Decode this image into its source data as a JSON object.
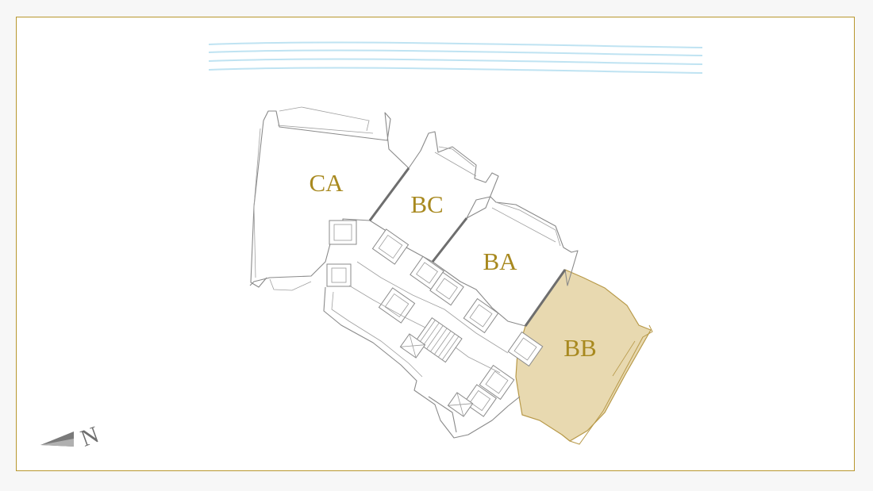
{
  "plan": {
    "units": [
      {
        "id": "CA",
        "label": "CA",
        "highlighted": false
      },
      {
        "id": "BC",
        "label": "BC",
        "highlighted": false
      },
      {
        "id": "BA",
        "label": "BA",
        "highlighted": false
      },
      {
        "id": "BB",
        "label": "BB",
        "highlighted": true
      }
    ],
    "compass": {
      "label": "N",
      "icon": "north-arrow-icon"
    }
  },
  "colors": {
    "accent": "#a8891f",
    "frame_border": "#b8972e",
    "highlight_fill": "#e8d9b0",
    "highlight_stroke": "#b89a4a",
    "wall": "#8a8a8a",
    "water": "#bfe3f2"
  }
}
